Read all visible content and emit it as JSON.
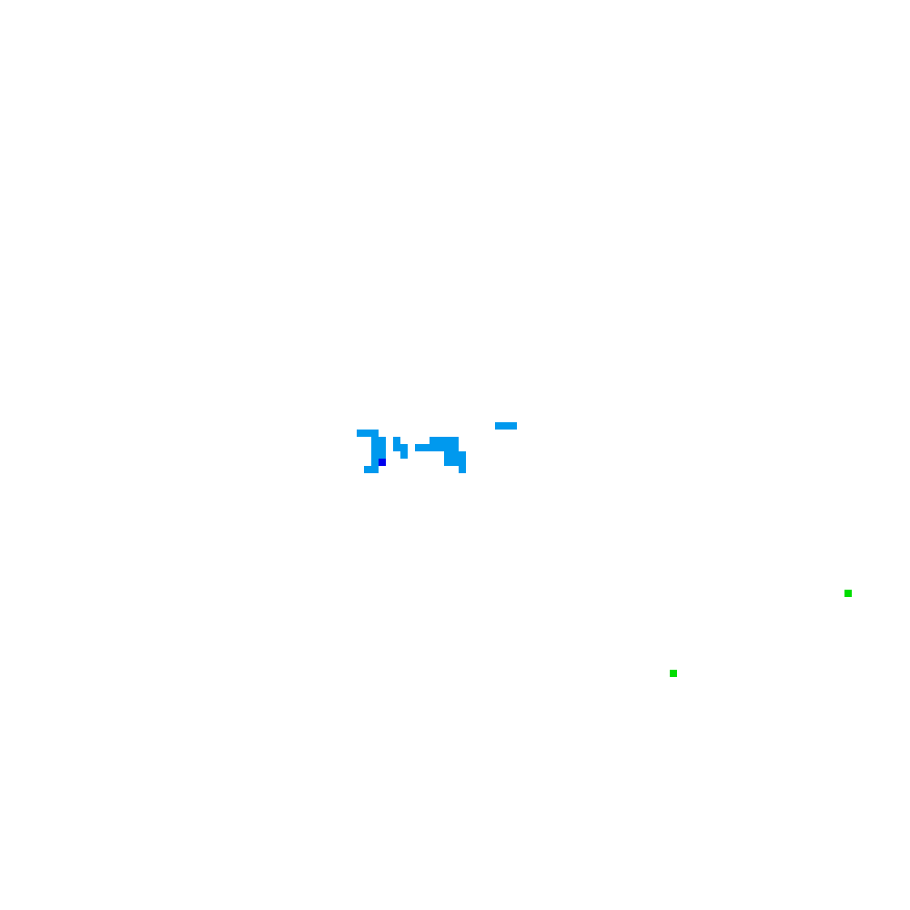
{
  "game": {
    "background_color": "#ffffff",
    "palette": {
      "water": "#0099ee",
      "water_dark": "#0000ee",
      "food": "#00dd00"
    },
    "grid_size": 125,
    "cell_groups": [
      {
        "name": "water-cluster",
        "color_key": "water",
        "cells": [
          [
            49,
            59
          ],
          [
            50,
            59
          ],
          [
            51,
            59
          ],
          [
            51,
            60
          ],
          [
            52,
            60
          ],
          [
            51,
            61
          ],
          [
            52,
            61
          ],
          [
            51,
            62
          ],
          [
            52,
            62
          ],
          [
            51,
            63
          ],
          [
            50,
            64
          ],
          [
            51,
            64
          ],
          [
            54,
            60
          ],
          [
            54,
            61
          ],
          [
            55,
            61
          ],
          [
            55,
            62
          ],
          [
            57,
            61
          ],
          [
            58,
            61
          ],
          [
            59,
            61
          ],
          [
            60,
            61
          ],
          [
            61,
            61
          ],
          [
            62,
            61
          ],
          [
            59,
            60
          ],
          [
            60,
            60
          ],
          [
            61,
            60
          ],
          [
            62,
            60
          ],
          [
            61,
            62
          ],
          [
            62,
            62
          ],
          [
            63,
            62
          ],
          [
            61,
            63
          ],
          [
            62,
            63
          ],
          [
            63,
            63
          ],
          [
            63,
            64
          ],
          [
            68,
            58
          ],
          [
            69,
            58
          ],
          [
            70,
            58
          ]
        ]
      },
      {
        "name": "deep-water-cell",
        "color_key": "water_dark",
        "cells": [
          [
            52,
            63
          ]
        ]
      },
      {
        "name": "food-pellet",
        "color_key": "food",
        "cells": [
          [
            116,
            81
          ],
          [
            92,
            92
          ]
        ]
      }
    ]
  }
}
